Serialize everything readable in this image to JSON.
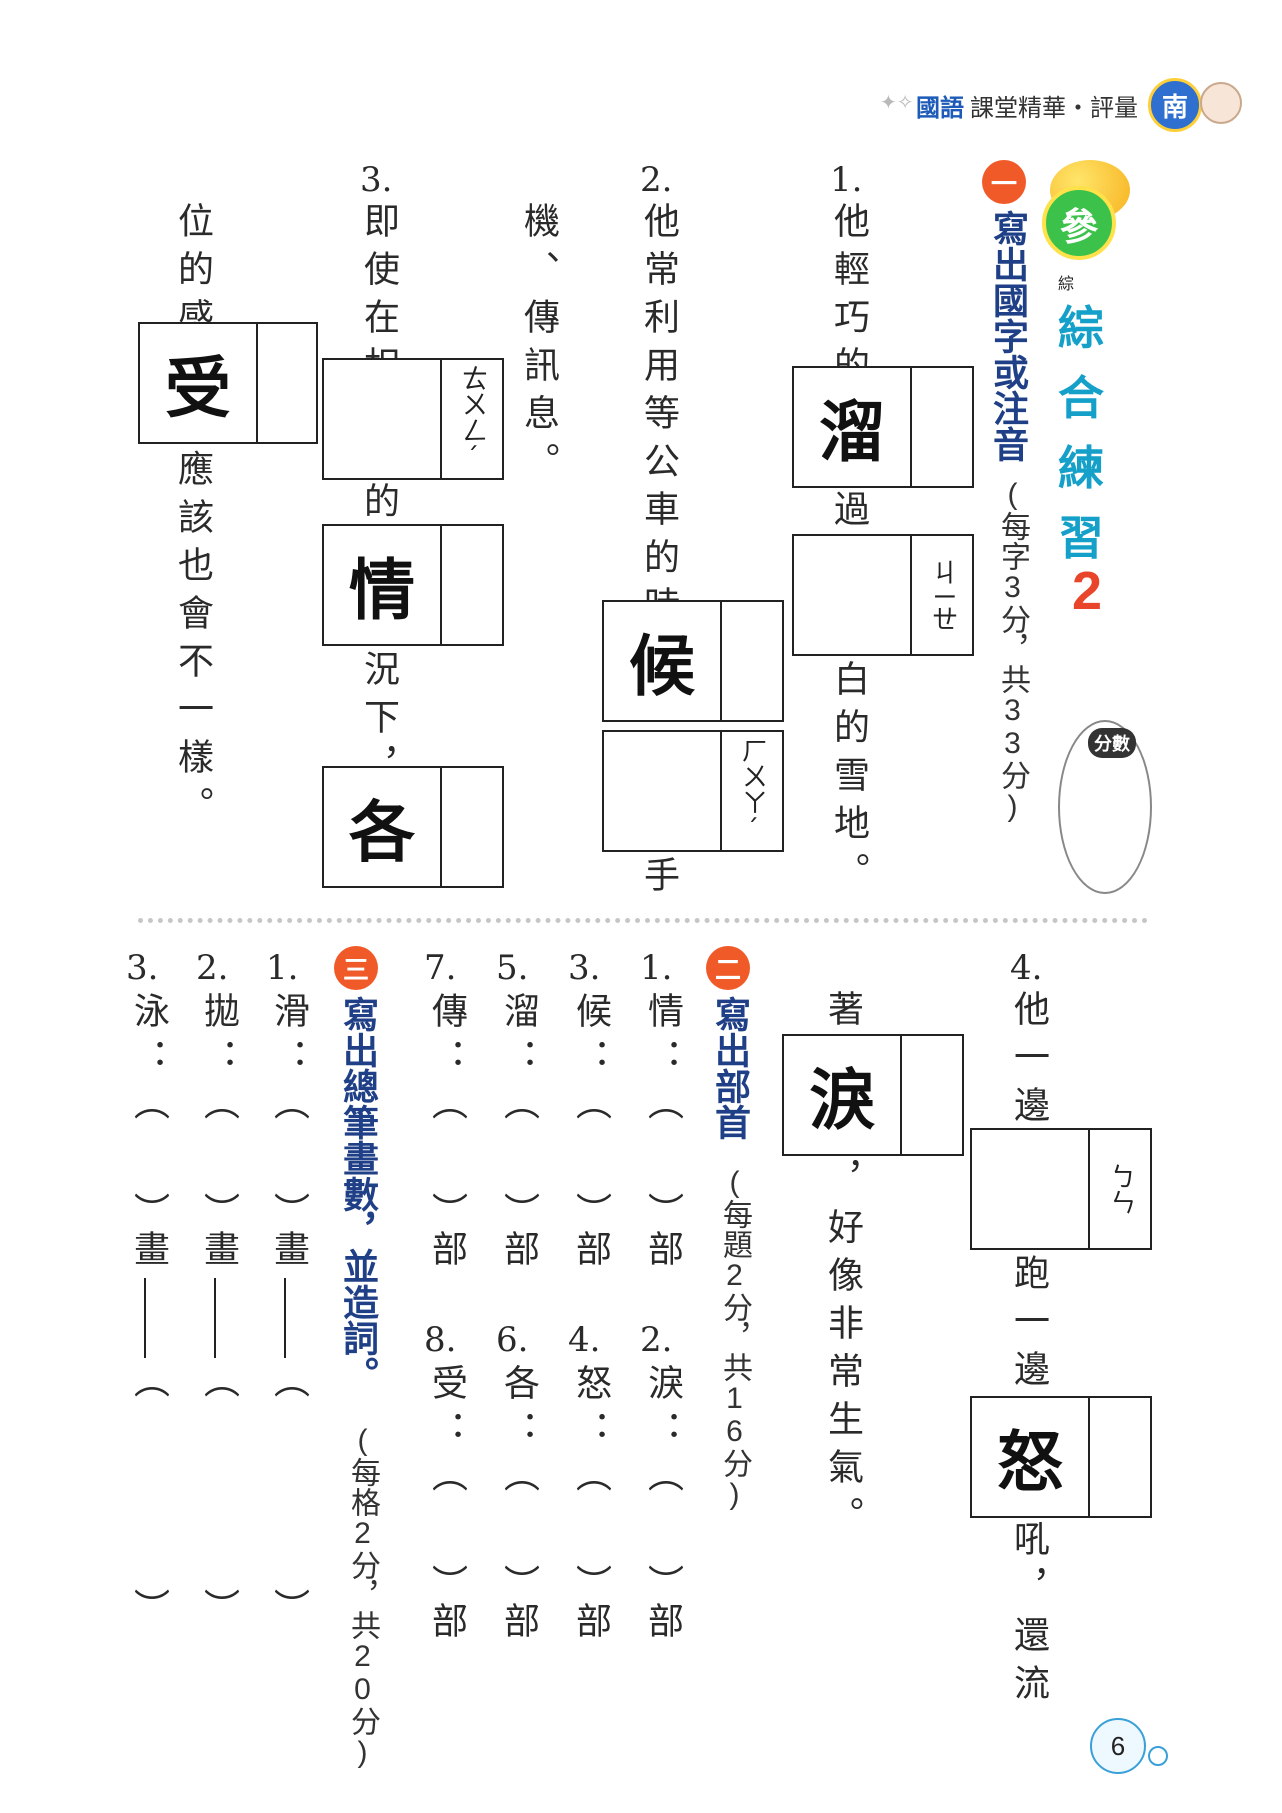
{
  "header": {
    "subject": "國語",
    "series": "課堂精華・評量",
    "edition": "南"
  },
  "section_title": {
    "badge": "參",
    "title_chars": [
      "綜",
      "合",
      "練",
      "習"
    ],
    "number": "2",
    "score_label": "分數"
  },
  "part1": {
    "badge": "一",
    "title": "寫出國字或注音",
    "note": "(每字3分，共33分)",
    "q1": {
      "num": "1.",
      "before": "他輕巧的",
      "box1_char": "溜",
      "mid": "過",
      "box2_zhuyin": "ㄐㄧㄝ",
      "after": "白的雪地。"
    },
    "q2": {
      "num": "2.",
      "before": "他常利用等公車的時",
      "box1_char": "候",
      "box2_zhuyin": "ㄏㄨㄚˊ",
      "after": "手",
      "line2": "機、傳訊息。"
    },
    "q3": {
      "num": "3.",
      "before": "即使在相",
      "box1_zhuyin": "ㄊㄨㄥˊ",
      "mid": "的",
      "box2_char": "情",
      "mid2": "況下，",
      "box3_char": "各",
      "line2_before": "位的感",
      "box4_char": "受",
      "line2_after": "應該也會不一樣。"
    },
    "q4": {
      "num": "4.",
      "before": "他一邊",
      "box1_zhuyin": "ㄅㄣ",
      "mid": "跑一邊",
      "box2_char": "怒",
      "mid2": "吼，還流",
      "line2_before": "著",
      "box3_char": "淚",
      "line2_after": "，好像非常生氣。"
    }
  },
  "part2": {
    "badge": "二",
    "title": "寫出部首",
    "note": "(每題2分，共16分)",
    "suffix": "部",
    "items": [
      {
        "num": "1.",
        "char": "情"
      },
      {
        "num": "2.",
        "char": "淚"
      },
      {
        "num": "3.",
        "char": "候"
      },
      {
        "num": "4.",
        "char": "怒"
      },
      {
        "num": "5.",
        "char": "溜"
      },
      {
        "num": "6.",
        "char": "各"
      },
      {
        "num": "7.",
        "char": "傳"
      },
      {
        "num": "8.",
        "char": "受"
      }
    ]
  },
  "part3": {
    "badge": "三",
    "title": "寫出總筆畫數，並造詞。",
    "note": "(每格2分，共20分)",
    "suffix": "畫",
    "items": [
      {
        "num": "1.",
        "char": "滑"
      },
      {
        "num": "2.",
        "char": "拋"
      },
      {
        "num": "3.",
        "char": "泳"
      }
    ]
  },
  "colon": "：",
  "paren_open": "︵",
  "paren_close": "︶",
  "page_number": "6",
  "colors": {
    "accent_orange": "#f05a28",
    "heading_blue": "#1f3f87",
    "title_cyan": "#14a0c8",
    "number_red": "#e8452a"
  }
}
